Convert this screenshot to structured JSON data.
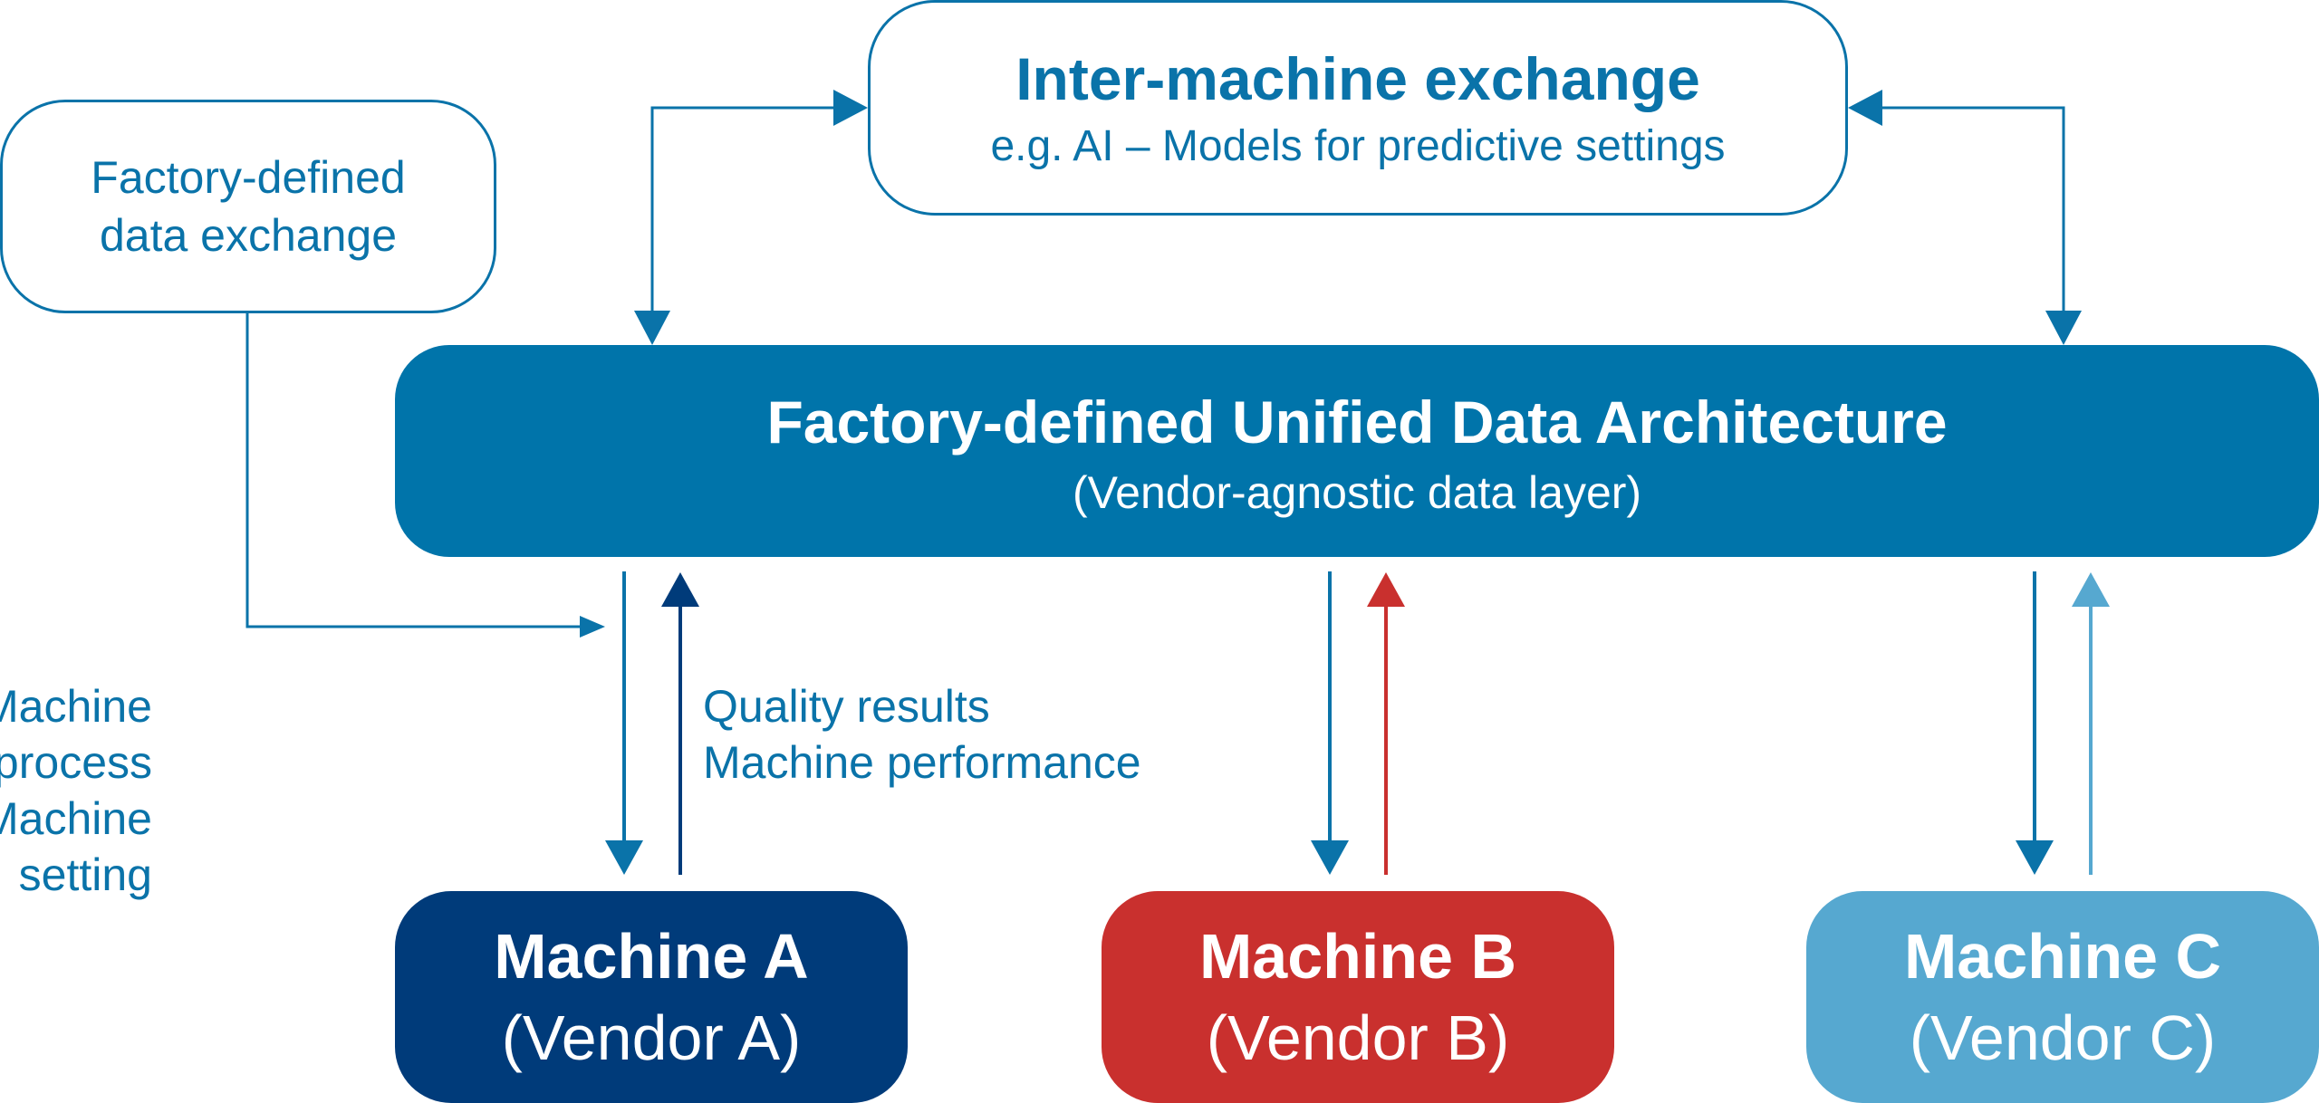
{
  "factory_data_exchange": {
    "line1": "Factory-defined",
    "line2": "data exchange"
  },
  "inter_machine": {
    "title": "Inter-machine exchange",
    "subtitle": "e.g. AI – Models for predictive settings"
  },
  "unified_architecture": {
    "title": "Factory-defined Unified Data Architecture",
    "subtitle": "(Vendor-agnostic data layer)"
  },
  "machines": [
    {
      "name": "Machine A",
      "vendor": "(Vendor A)",
      "color": "#003b7a"
    },
    {
      "name": "Machine B",
      "vendor": "(Vendor B)",
      "color": "#c9302e"
    },
    {
      "name": "Machine C",
      "vendor": "(Vendor C)",
      "color": "#56a8d0"
    }
  ],
  "flow_labels": {
    "to_machine": [
      "Machine process",
      "Machine setting"
    ],
    "from_machine": [
      "Quality results",
      "Machine performance"
    ]
  },
  "colors": {
    "primary": "#0074aa",
    "outline": "#0a73a9",
    "machine_a": "#003b7a",
    "machine_b": "#c9302e",
    "machine_c": "#56a8d0"
  }
}
